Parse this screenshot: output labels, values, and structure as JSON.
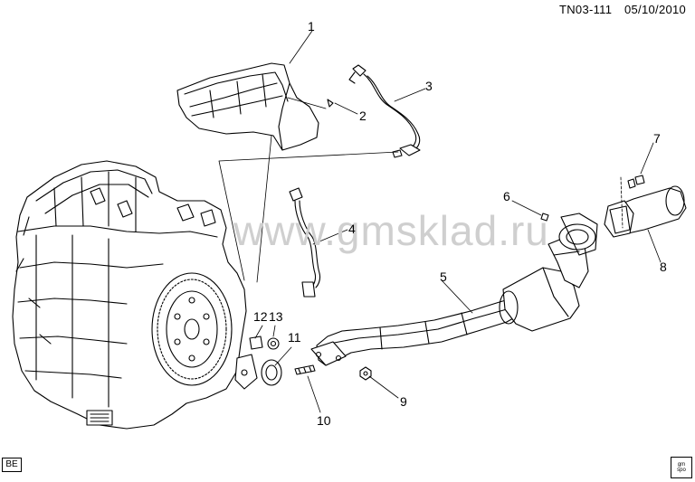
{
  "header": {
    "code": "TN03-111",
    "date": "05/10/2010"
  },
  "watermark": "www.gmsklad.ru",
  "callouts": [
    "1",
    "2",
    "3",
    "4",
    "5",
    "6",
    "7",
    "8",
    "9",
    "10",
    "11",
    "12",
    "13"
  ],
  "badge": "BE",
  "logo": [
    "gm",
    "spo"
  ]
}
